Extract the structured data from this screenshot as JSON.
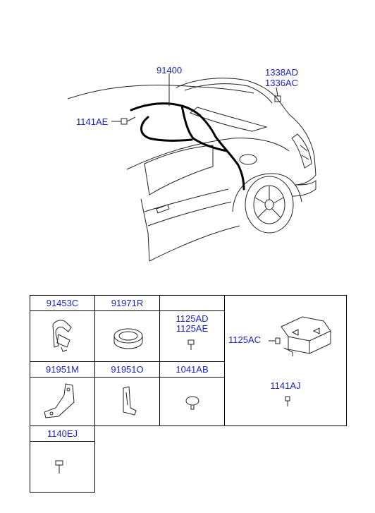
{
  "diagram": {
    "callouts": {
      "harness": "91400",
      "bolt_top_1": "1338AD",
      "bolt_top_2": "1336AC",
      "screw_left": "1141AE"
    }
  },
  "parts_table": {
    "c1": "91453C",
    "c2": "91971R",
    "c3a": "1125AD",
    "c3b": "1125AE",
    "c4": "1125AC",
    "c5": "91951M",
    "c6": "91951O",
    "c7": "1041AB",
    "c8": "1141AJ",
    "c9": "1140EJ"
  },
  "colors": {
    "callout": "#1a22c8",
    "lines": "#222222"
  }
}
